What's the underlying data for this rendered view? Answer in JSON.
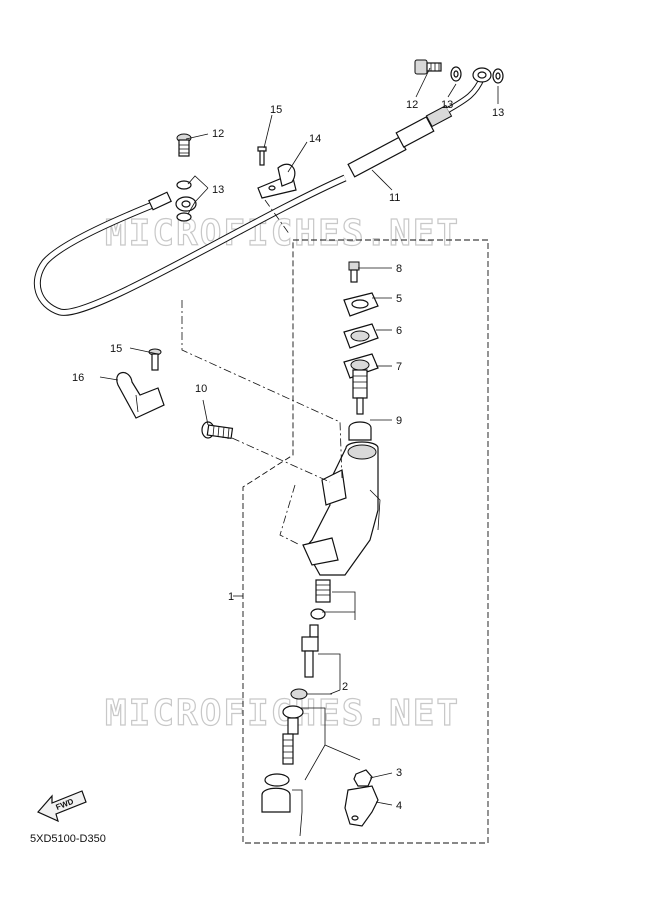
{
  "diagram_code": "5XD5100-D350",
  "watermark": "MICROFICHES.NET",
  "fwd_label": "FWD",
  "callouts": {
    "c1": "1",
    "c2": "2",
    "c3": "3",
    "c4": "4",
    "c5": "5",
    "c6": "6",
    "c7": "7",
    "c8": "8",
    "c9": "9",
    "c10": "10",
    "c11": "11",
    "c12a": "12",
    "c12b": "12",
    "c13a": "13",
    "c13b": "13",
    "c13c": "13",
    "c14": "14",
    "c15a": "15",
    "c15b": "15",
    "c16": "16"
  }
}
